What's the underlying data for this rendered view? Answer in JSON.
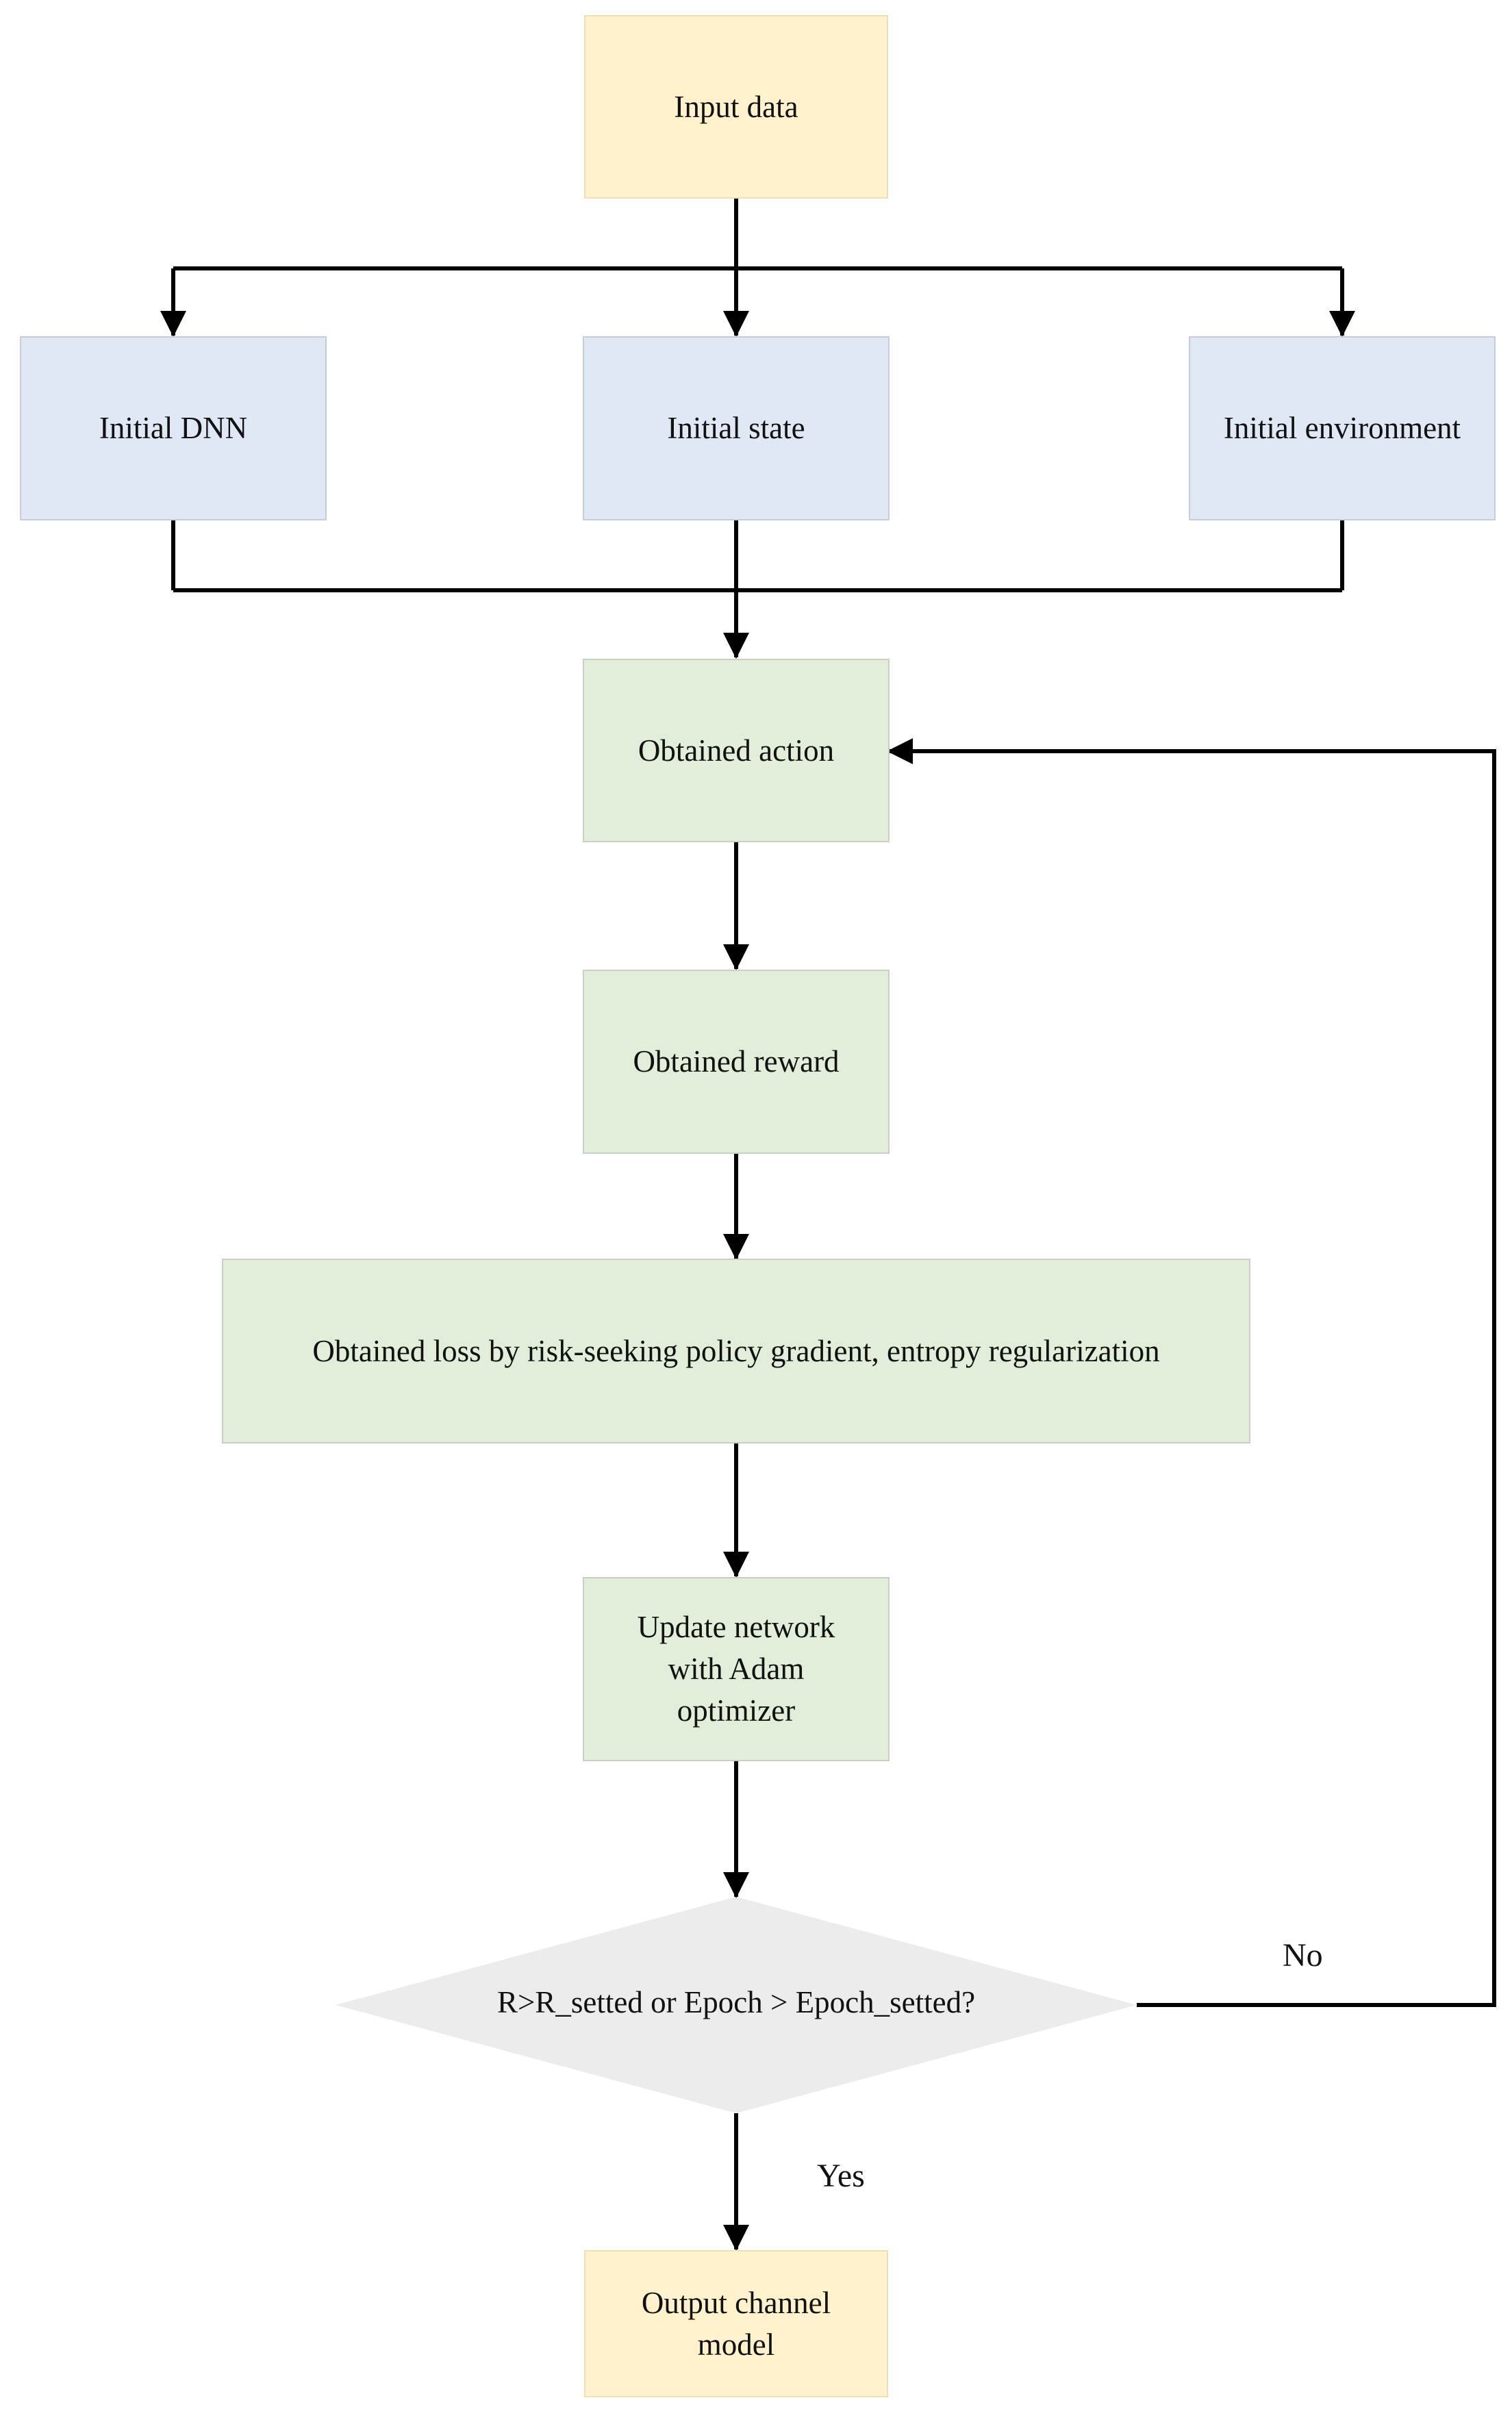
{
  "nodes": {
    "input_data": "Input data",
    "initial_dnn": "Initial DNN",
    "initial_state": "Initial state",
    "initial_environment": "Initial environment",
    "obtained_action": "Obtained action",
    "obtained_reward": "Obtained reward",
    "obtained_loss": "Obtained loss by risk-seeking policy gradient, entropy regularization",
    "update_network": [
      "Update network",
      "with Adam",
      "optimizer"
    ],
    "decision": "R>R_setted or Epoch >  Epoch_setted?",
    "output": [
      "Output channel",
      "model"
    ]
  },
  "edge_labels": {
    "no": "No",
    "yes": "Yes"
  },
  "colors": {
    "start_end_fill": "#fff2cc",
    "init_fill": "#dfe8f4",
    "process_fill": "#e2eed9",
    "decision_fill": "#ececec",
    "line": "#000000"
  }
}
